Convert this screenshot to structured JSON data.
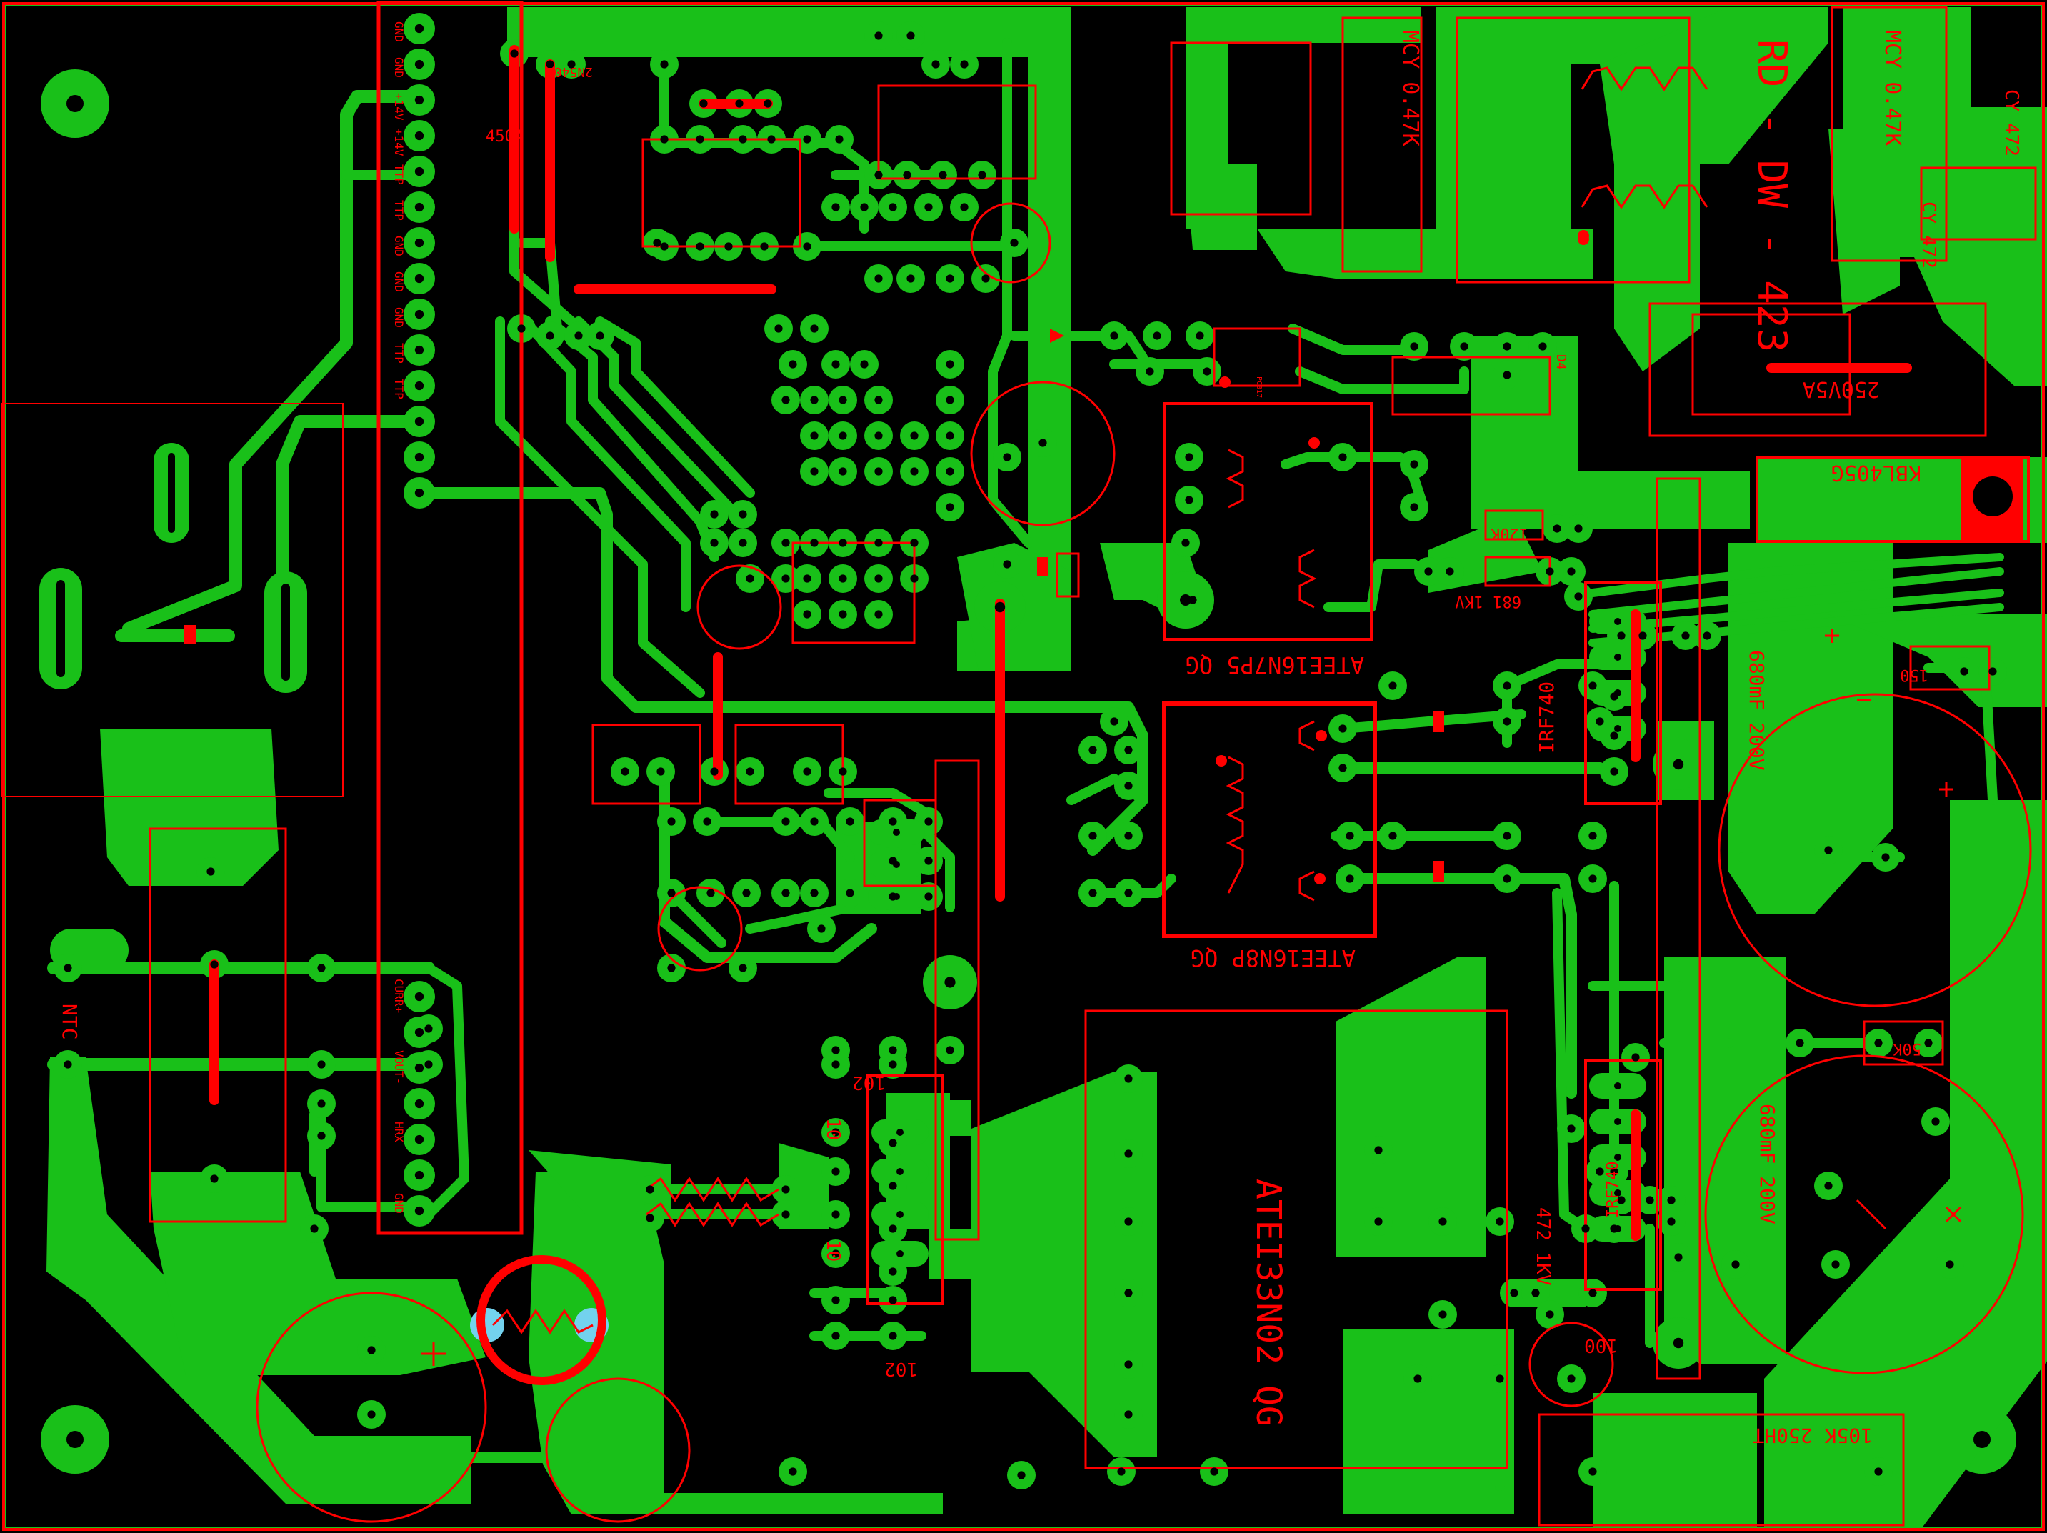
{
  "colors": {
    "background": "#000000",
    "copper": "#19c019",
    "silk": "#ff0000",
    "drill": "#000000",
    "mark": "#73d2ee"
  },
  "board": {
    "title": "RD - DW - 423"
  },
  "labels": {
    "mcy_left": "MCY 0.47K",
    "mcy_right": "MCY 0.47K",
    "cy_right": "CY 472",
    "cy_right2": "CY 472",
    "fuse": "250V5A",
    "bridge": "KBL405G",
    "transformer_1": "ATEE16N7P5 QG",
    "transformer_2": "ATEE16N8P QG",
    "transformer_main": "ATEI33N02 QG",
    "cap_1": "680mF 200V",
    "cap_2": "680mF 200V",
    "mosfet_1": "IRF740",
    "mosfet_2": "IRF740",
    "r_120k": "120K",
    "c_681": "681 1KV",
    "r_150": "150",
    "r_50k": "50K",
    "c_472": "472 1KV",
    "c_100": "100",
    "c_105k": "105K 250HT",
    "c_102_top": "102",
    "c_102_bottom": "102",
    "r_10_a": "10",
    "r_10_b": "10",
    "pwm": "2N5401",
    "shunt": "450A",
    "header_labels": [
      "GND",
      "GND",
      "+14V",
      "+14V",
      "TTP",
      "TTP",
      "GND",
      "GND",
      "GND",
      "TTP",
      "TTP"
    ],
    "header_bottom": [
      "CURR+",
      "VOUT-",
      "HRX",
      "GND"
    ],
    "thermistor": "NTC",
    "opto": "PC817",
    "diode_label": "D4"
  }
}
